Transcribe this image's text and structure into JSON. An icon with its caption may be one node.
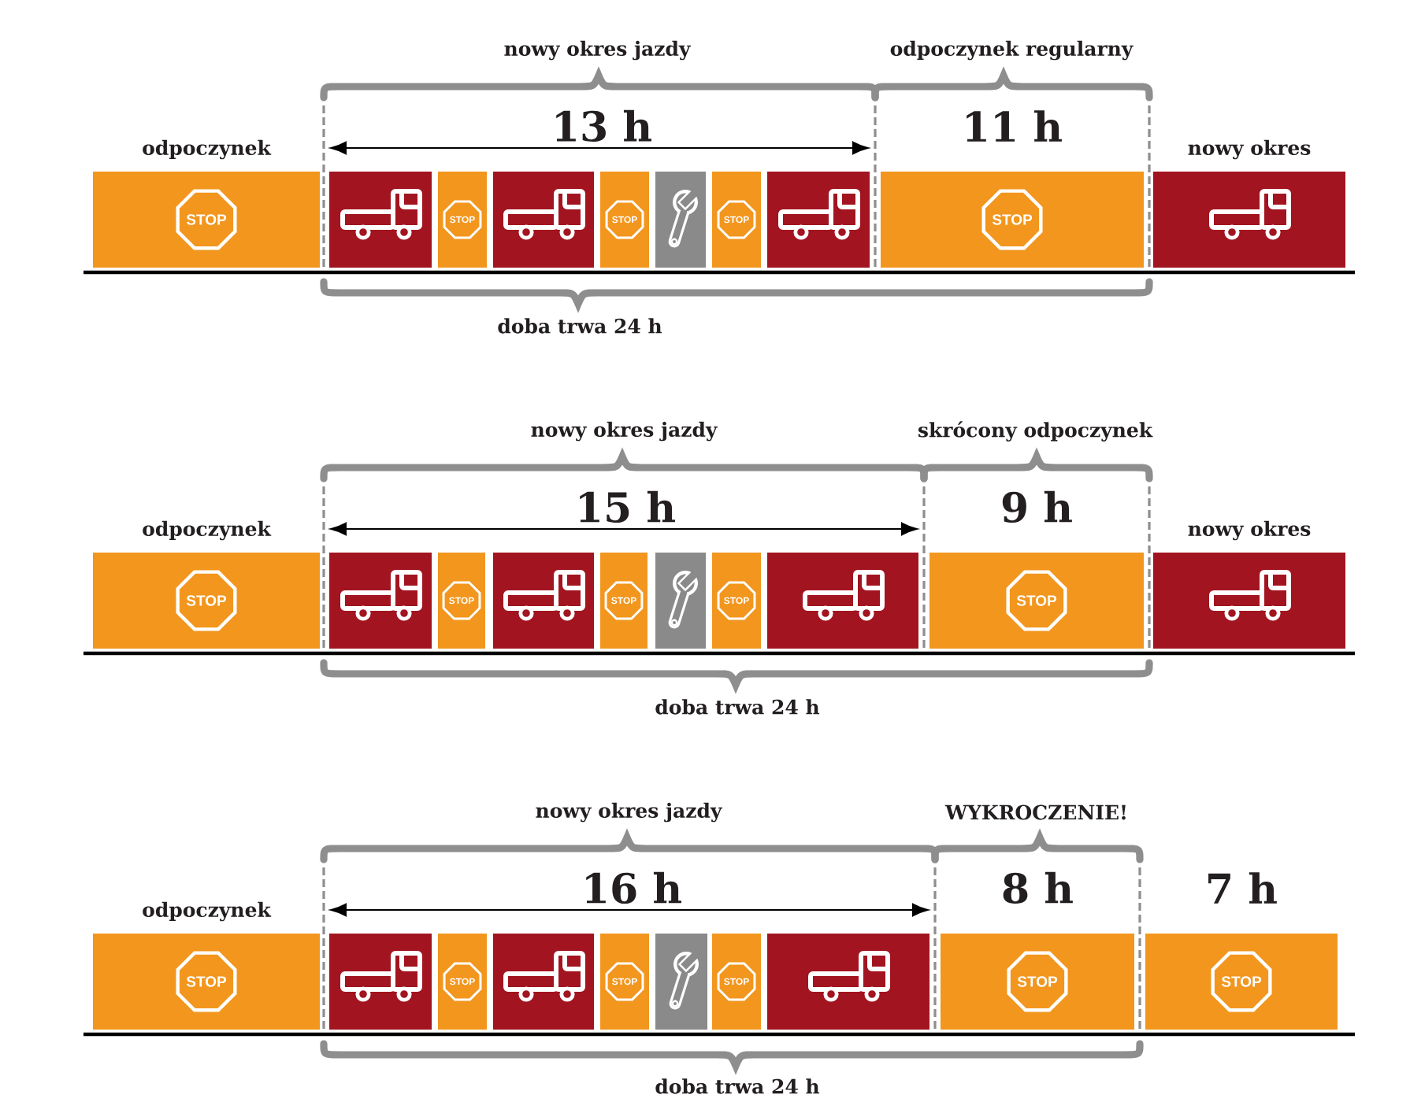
{
  "diagram": {
    "nodes": [
      {
        "text": [],
        "shape": "bar",
        "beside": [
          "odpoczynek"
        ]
      },
      {
        "text": [
          "STOP"
        ],
        "in": 0
      },
      {
        "text": [],
        "shape": "bar"
      },
      {
        "text": [],
        "shape": "bar"
      },
      {
        "text": [
          "STOP"
        ],
        "in": 3
      },
      {
        "text": [],
        "shape": "bar"
      },
      {
        "text": [],
        "shape": "bar"
      },
      {
        "text": [
          "STOP"
        ],
        "in": 6
      },
      {
        "text": [],
        "shape": "bar"
      },
      {
        "text": [],
        "shape": "bar"
      },
      {
        "text": [
          "STOP"
        ],
        "in": 9
      },
      {
        "text": [],
        "shape": "bar"
      },
      {
        "text": [],
        "shape": "bar",
        "beside": [
          "11 h"
        ]
      },
      {
        "text": [
          "STOP"
        ],
        "in": 12
      },
      {
        "text": [],
        "shape": "bar",
        "beside": [
          "nowy okres"
        ]
      },
      {
        "text": [],
        "shape": "bar",
        "beside": [
          "odpoczynek"
        ]
      },
      {
        "text": [
          "STOP"
        ],
        "in": 15
      },
      {
        "text": [],
        "shape": "bar"
      },
      {
        "text": [],
        "shape": "bar"
      },
      {
        "text": [
          "STOP"
        ],
        "in": 18
      },
      {
        "text": [],
        "shape": "bar"
      },
      {
        "text": [],
        "shape": "bar"
      },
      {
        "text": [
          "STOP"
        ],
        "in": 21
      },
      {
        "text": [],
        "shape": "bar"
      },
      {
        "text": [],
        "shape": "bar"
      },
      {
        "text": [
          "STOP"
        ],
        "in": 24
      },
      {
        "text": [],
        "shape": "bar"
      },
      {
        "text": [],
        "shape": "bar",
        "beside": [
          "9 h"
        ]
      },
      {
        "text": [
          "STOP"
        ],
        "in": 27
      },
      {
        "text": [],
        "shape": "bar",
        "beside": [
          "nowy okres"
        ]
      },
      {
        "text": [],
        "shape": "bar",
        "beside": [
          "odpoczynek"
        ]
      },
      {
        "text": [
          "STOP"
        ],
        "in": 30
      },
      {
        "text": [],
        "shape": "bar"
      },
      {
        "text": [],
        "shape": "bar"
      },
      {
        "text": [
          "STOP"
        ],
        "in": 33
      },
      {
        "text": [],
        "shape": "bar"
      },
      {
        "text": [],
        "shape": "bar"
      },
      {
        "text": [
          "STOP"
        ],
        "in": 36
      },
      {
        "text": [],
        "shape": "bar"
      },
      {
        "text": [],
        "shape": "bar"
      },
      {
        "text": [
          "STOP"
        ],
        "in": 39
      },
      {
        "text": [],
        "shape": "bar"
      },
      {
        "text": [],
        "shape": "bar",
        "beside": [
          "8 h"
        ]
      },
      {
        "text": [
          "STOP"
        ],
        "in": 42
      },
      {
        "text": [],
        "shape": "bar",
        "beside": [
          "7 h"
        ]
      },
      {
        "text": [
          "STOP"
        ],
        "in": 44
      }
    ],
    "labels": [
      "nowy okres jazdy",
      "odpoczynek regularny",
      "13 h",
      "doba trwa 24 h",
      "nowy okres jazdy",
      "skrócony odpoczynek",
      "15 h",
      "doba trwa 24 h",
      "nowy okres jazdy",
      "WYKROCZENIE!",
      "16 h",
      "doba trwa 24 h"
    ]
  }
}
